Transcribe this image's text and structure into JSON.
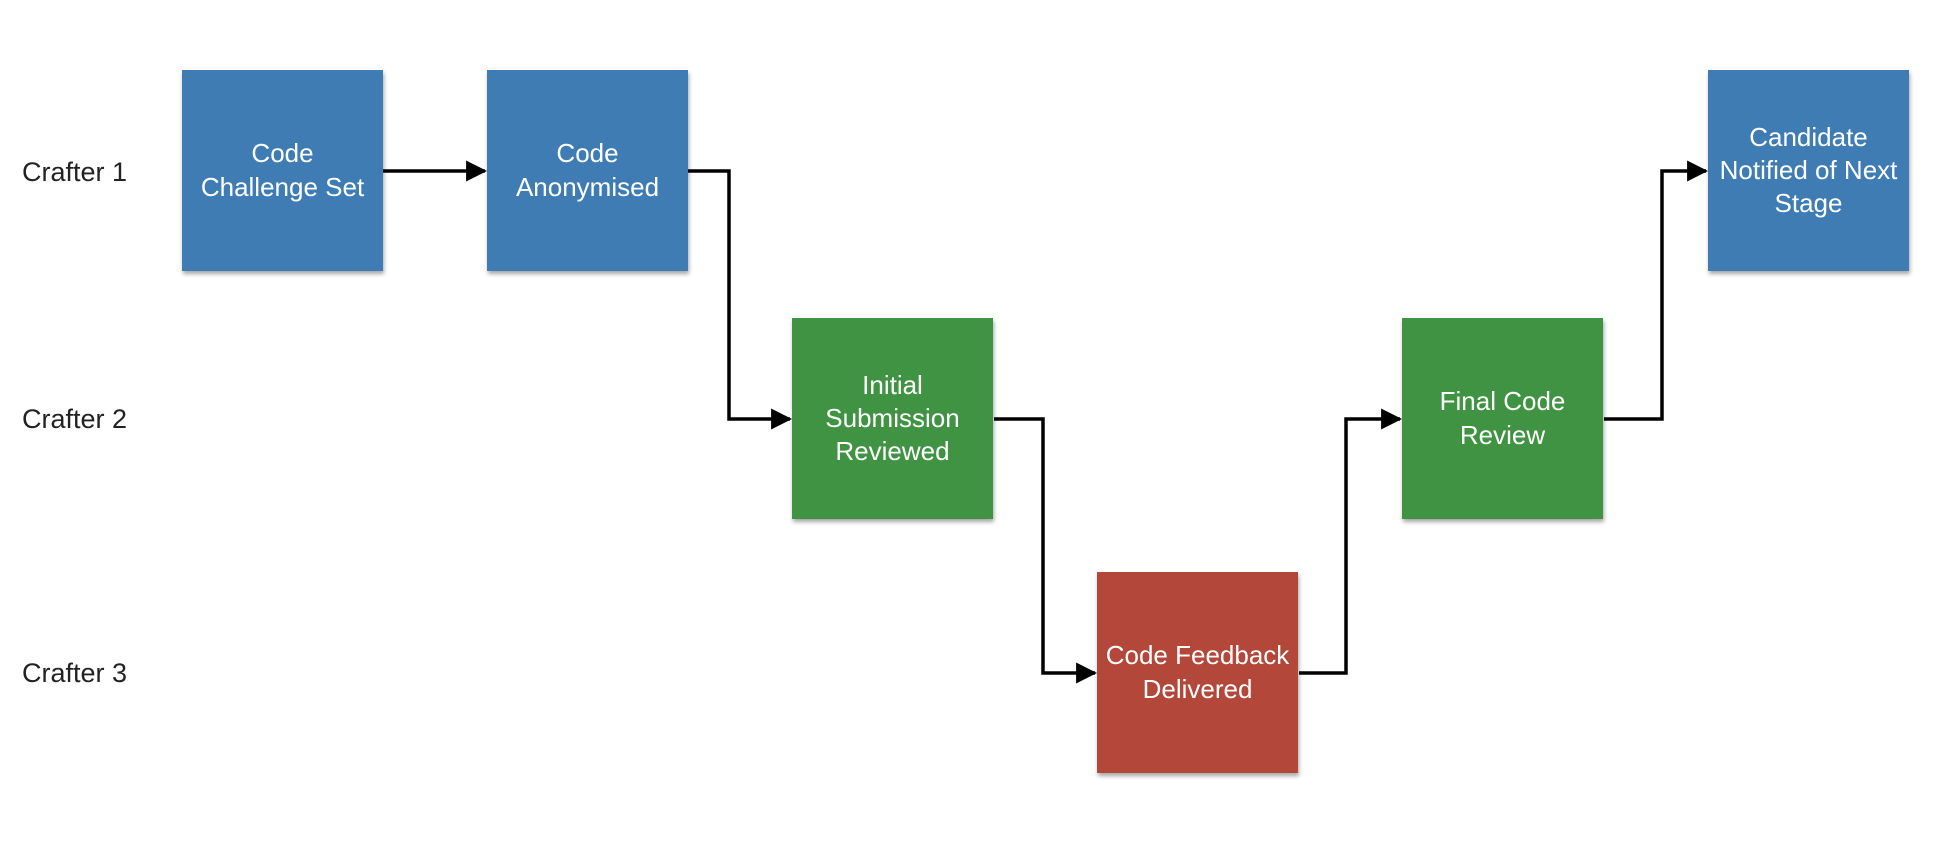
{
  "lanes": [
    {
      "label": "Crafter 1"
    },
    {
      "label": "Crafter 2"
    },
    {
      "label": "Crafter 3"
    }
  ],
  "steps": [
    {
      "id": "code-challenge-set",
      "label": "Code Challenge Set",
      "lane": "Crafter 1",
      "color": "#3f7cb3"
    },
    {
      "id": "code-anonymised",
      "label": "Code Anonymised",
      "lane": "Crafter 1",
      "color": "#3f7cb3"
    },
    {
      "id": "initial-submission-reviewed",
      "label": "Initial Submission Reviewed",
      "lane": "Crafter 2",
      "color": "#3f9342"
    },
    {
      "id": "code-feedback-delivered",
      "label": "Code Feedback Delivered",
      "lane": "Crafter 3",
      "color": "#b2473a"
    },
    {
      "id": "final-code-review",
      "label": "Final Code Review",
      "lane": "Crafter 2",
      "color": "#3f9342"
    },
    {
      "id": "candidate-notified",
      "label": "Candidate Notified of Next Stage",
      "lane": "Crafter 1",
      "color": "#3f7cb3"
    }
  ],
  "connections": [
    {
      "from": "code-challenge-set",
      "to": "code-anonymised"
    },
    {
      "from": "code-anonymised",
      "to": "initial-submission-reviewed"
    },
    {
      "from": "initial-submission-reviewed",
      "to": "code-feedback-delivered"
    },
    {
      "from": "code-feedback-delivered",
      "to": "final-code-review"
    },
    {
      "from": "final-code-review",
      "to": "candidate-notified"
    }
  ]
}
